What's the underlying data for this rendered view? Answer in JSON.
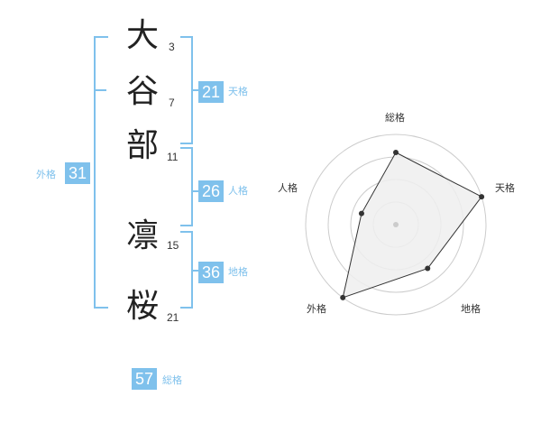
{
  "name": {
    "characters": [
      {
        "char": "大",
        "strokes": "3"
      },
      {
        "char": "谷",
        "strokes": "7"
      },
      {
        "char": "部",
        "strokes": "11"
      },
      {
        "char": "凛",
        "strokes": "15"
      },
      {
        "char": "桜",
        "strokes": "21"
      }
    ]
  },
  "scores": {
    "tenkaku": {
      "value": "21",
      "label": "天格"
    },
    "jinkaku": {
      "value": "26",
      "label": "人格"
    },
    "chikaku": {
      "value": "36",
      "label": "地格"
    },
    "gaikaku": {
      "value": "31",
      "label": "外格"
    },
    "soukaku": {
      "value": "57",
      "label": "総格"
    }
  },
  "chart_data": {
    "type": "radar",
    "axes": [
      "総格",
      "天格",
      "地格",
      "外格",
      "人格"
    ],
    "values": [
      0.8,
      1.0,
      0.6,
      1.0,
      0.4
    ],
    "rings": 4,
    "colors": {
      "accent": "#7fc1ec",
      "fill": "#eeeeee",
      "line": "#333333"
    }
  }
}
